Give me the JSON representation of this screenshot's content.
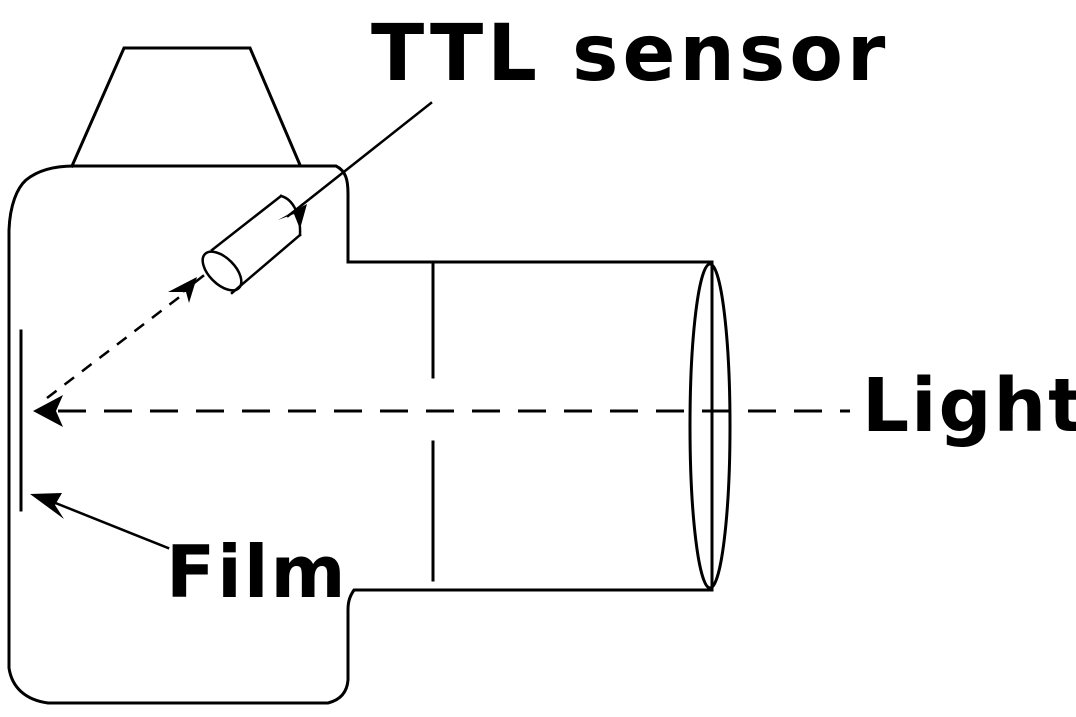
{
  "labels": {
    "ttl_sensor": "TTL sensor",
    "light": "Light",
    "film": "Film"
  },
  "colors": {
    "background": "#ffffff",
    "ink": "#000000"
  }
}
